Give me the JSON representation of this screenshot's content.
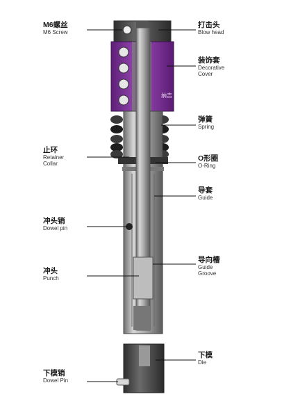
{
  "labels_left": [
    {
      "id": "m6-screw",
      "zh": "M6螺丝",
      "en": "M6 Screw"
    },
    {
      "id": "retainer-collar",
      "zh": "止环",
      "en": "Retainer\nCollar"
    },
    {
      "id": "dowel-pin",
      "zh": "冲头销",
      "en": "Dowel pin"
    },
    {
      "id": "punch",
      "zh": "冲头",
      "en": "Punch"
    },
    {
      "id": "die-dowel-pin",
      "zh": "下模销",
      "en": "Dowel Pin"
    }
  ],
  "labels_right": [
    {
      "id": "blow-head",
      "zh": "打击头",
      "en": "Blow head"
    },
    {
      "id": "decorative-cover",
      "zh": "装饰套",
      "en": "Decorative\nCover"
    },
    {
      "id": "spring",
      "zh": "弹簧",
      "en": "Spring"
    },
    {
      "id": "o-ring",
      "zh": "O形圈",
      "en": "O-Ring"
    },
    {
      "id": "guide",
      "zh": "导套",
      "en": "Guide"
    },
    {
      "id": "guide-groove",
      "zh": "导向槽",
      "en": "Guide\nGroove"
    },
    {
      "id": "die",
      "zh": "下模",
      "en": "Die"
    }
  ],
  "cover_text": "纳吉",
  "colors": {
    "cover_purple": "#7a2f93",
    "metal_light": "#c9c9c9",
    "metal_mid": "#9a9a9a",
    "metal_dark": "#4a4a4a",
    "leader_line": "#111111"
  }
}
